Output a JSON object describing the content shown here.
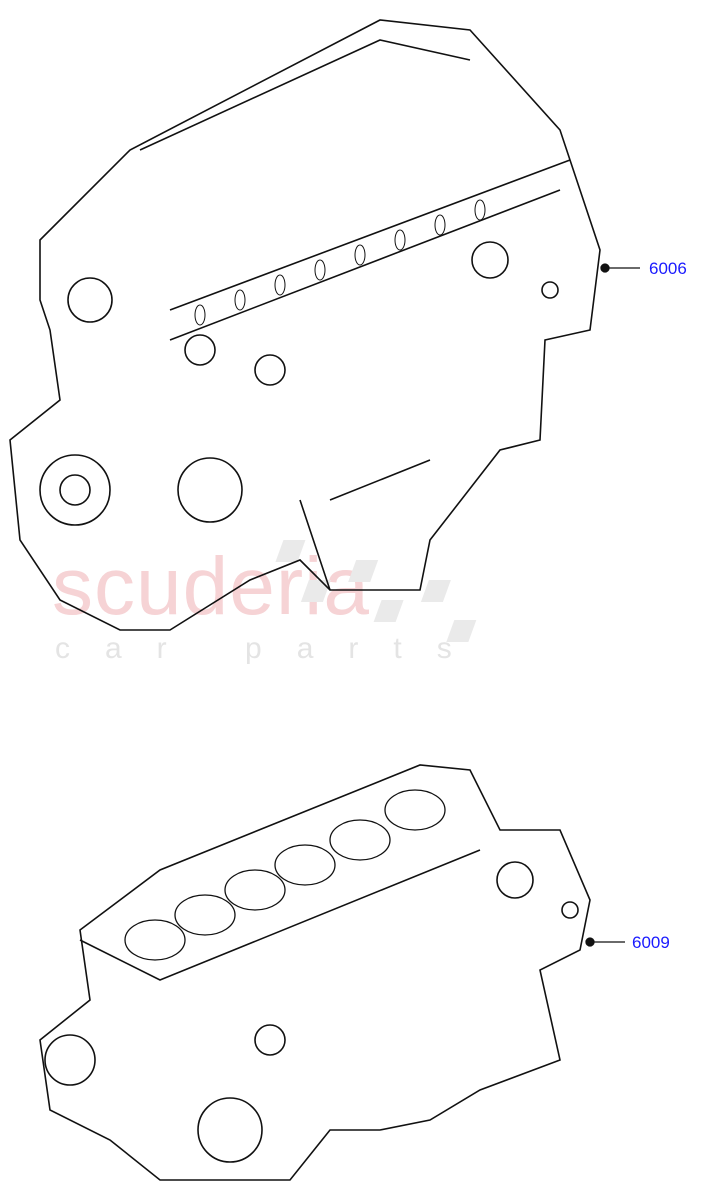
{
  "watermark": {
    "brand": "scuderia",
    "tagline": "car parts"
  },
  "callouts": [
    {
      "label": "6006",
      "color": "#1a1aff"
    },
    {
      "label": "6009",
      "color": "#1a1aff"
    }
  ]
}
